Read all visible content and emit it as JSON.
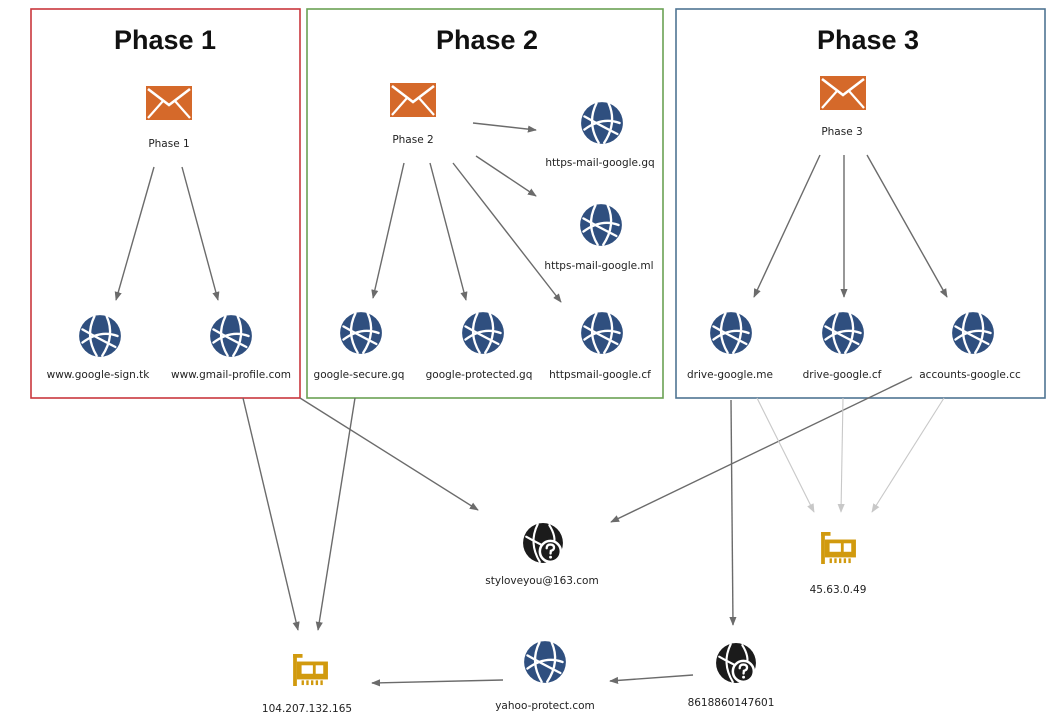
{
  "colors": {
    "phase1_border": "#c9373d",
    "phase2_border": "#6aa154",
    "phase3_border": "#4f7493",
    "email_icon": "#d5692a",
    "globe_icon": "#2f4f7f",
    "ip_icon": "#d19a0e",
    "arrow": "#6b6b6b",
    "arrow_light": "#c8c8c8"
  },
  "phases": [
    {
      "title": "Phase 1"
    },
    {
      "title": "Phase 2"
    },
    {
      "title": "Phase 3"
    }
  ],
  "nodes": [
    {
      "id": "email1",
      "label": "Phase 1",
      "icon": "email-icon"
    },
    {
      "id": "email2",
      "label": "Phase 2",
      "icon": "email-icon"
    },
    {
      "id": "email3",
      "label": "Phase 3",
      "icon": "email-icon"
    },
    {
      "id": "d_google_sign",
      "label": "www.google-sign.tk",
      "icon": "globe-icon"
    },
    {
      "id": "d_gmail_profile",
      "label": "www.gmail-profile.com",
      "icon": "globe-icon"
    },
    {
      "id": "d_https_mail_gq",
      "label": "https-mail-google.gq",
      "icon": "globe-icon"
    },
    {
      "id": "d_https_mail_ml",
      "label": "https-mail-google.ml",
      "icon": "globe-icon"
    },
    {
      "id": "d_google_secure",
      "label": "google-secure.gq",
      "icon": "globe-icon"
    },
    {
      "id": "d_google_protected",
      "label": "google-protected.gq",
      "icon": "globe-icon"
    },
    {
      "id": "d_httpsmail_cf",
      "label": "httpsmail-google.cf",
      "icon": "globe-icon"
    },
    {
      "id": "d_drive_me",
      "label": "drive-google.me",
      "icon": "globe-icon"
    },
    {
      "id": "d_drive_cf",
      "label": "drive-google.cf",
      "icon": "globe-icon"
    },
    {
      "id": "d_accounts_cc",
      "label": "accounts-google.cc",
      "icon": "globe-icon"
    },
    {
      "id": "reg_email",
      "label": "styloveyou@163.com",
      "icon": "registrant-unknown-icon"
    },
    {
      "id": "ip_45",
      "label": "45.63.0.49",
      "icon": "ip-address-icon"
    },
    {
      "id": "ip_104",
      "label": "104.207.132.165",
      "icon": "ip-address-icon"
    },
    {
      "id": "d_yahoo",
      "label": "yahoo-protect.com",
      "icon": "globe-icon"
    },
    {
      "id": "reg_phone",
      "label": "8618860147601",
      "icon": "registrant-unknown-icon"
    }
  ],
  "edges": [
    {
      "from": "email1",
      "to": "d_google_sign"
    },
    {
      "from": "email1",
      "to": "d_gmail_profile"
    },
    {
      "from": "email2",
      "to": "d_https_mail_gq"
    },
    {
      "from": "email2",
      "to": "d_https_mail_ml"
    },
    {
      "from": "email2",
      "to": "d_google_secure"
    },
    {
      "from": "email2",
      "to": "d_google_protected"
    },
    {
      "from": "email2",
      "to": "d_httpsmail_cf"
    },
    {
      "from": "email3",
      "to": "d_drive_me"
    },
    {
      "from": "email3",
      "to": "d_drive_cf"
    },
    {
      "from": "email3",
      "to": "d_accounts_cc"
    },
    {
      "from": "d_gmail_profile",
      "to": "ip_104"
    },
    {
      "from": "d_gmail_profile",
      "to": "reg_email"
    },
    {
      "from": "d_google_secure",
      "to": "ip_104"
    },
    {
      "from": "d_accounts_cc",
      "to": "reg_email"
    },
    {
      "from": "d_drive_me",
      "to": "reg_phone"
    },
    {
      "from": "d_drive_me",
      "to": "ip_45",
      "style": "light"
    },
    {
      "from": "d_drive_cf",
      "to": "ip_45",
      "style": "light"
    },
    {
      "from": "d_accounts_cc",
      "to": "ip_45",
      "style": "light"
    },
    {
      "from": "reg_phone",
      "to": "d_yahoo"
    },
    {
      "from": "d_yahoo",
      "to": "ip_104"
    }
  ]
}
